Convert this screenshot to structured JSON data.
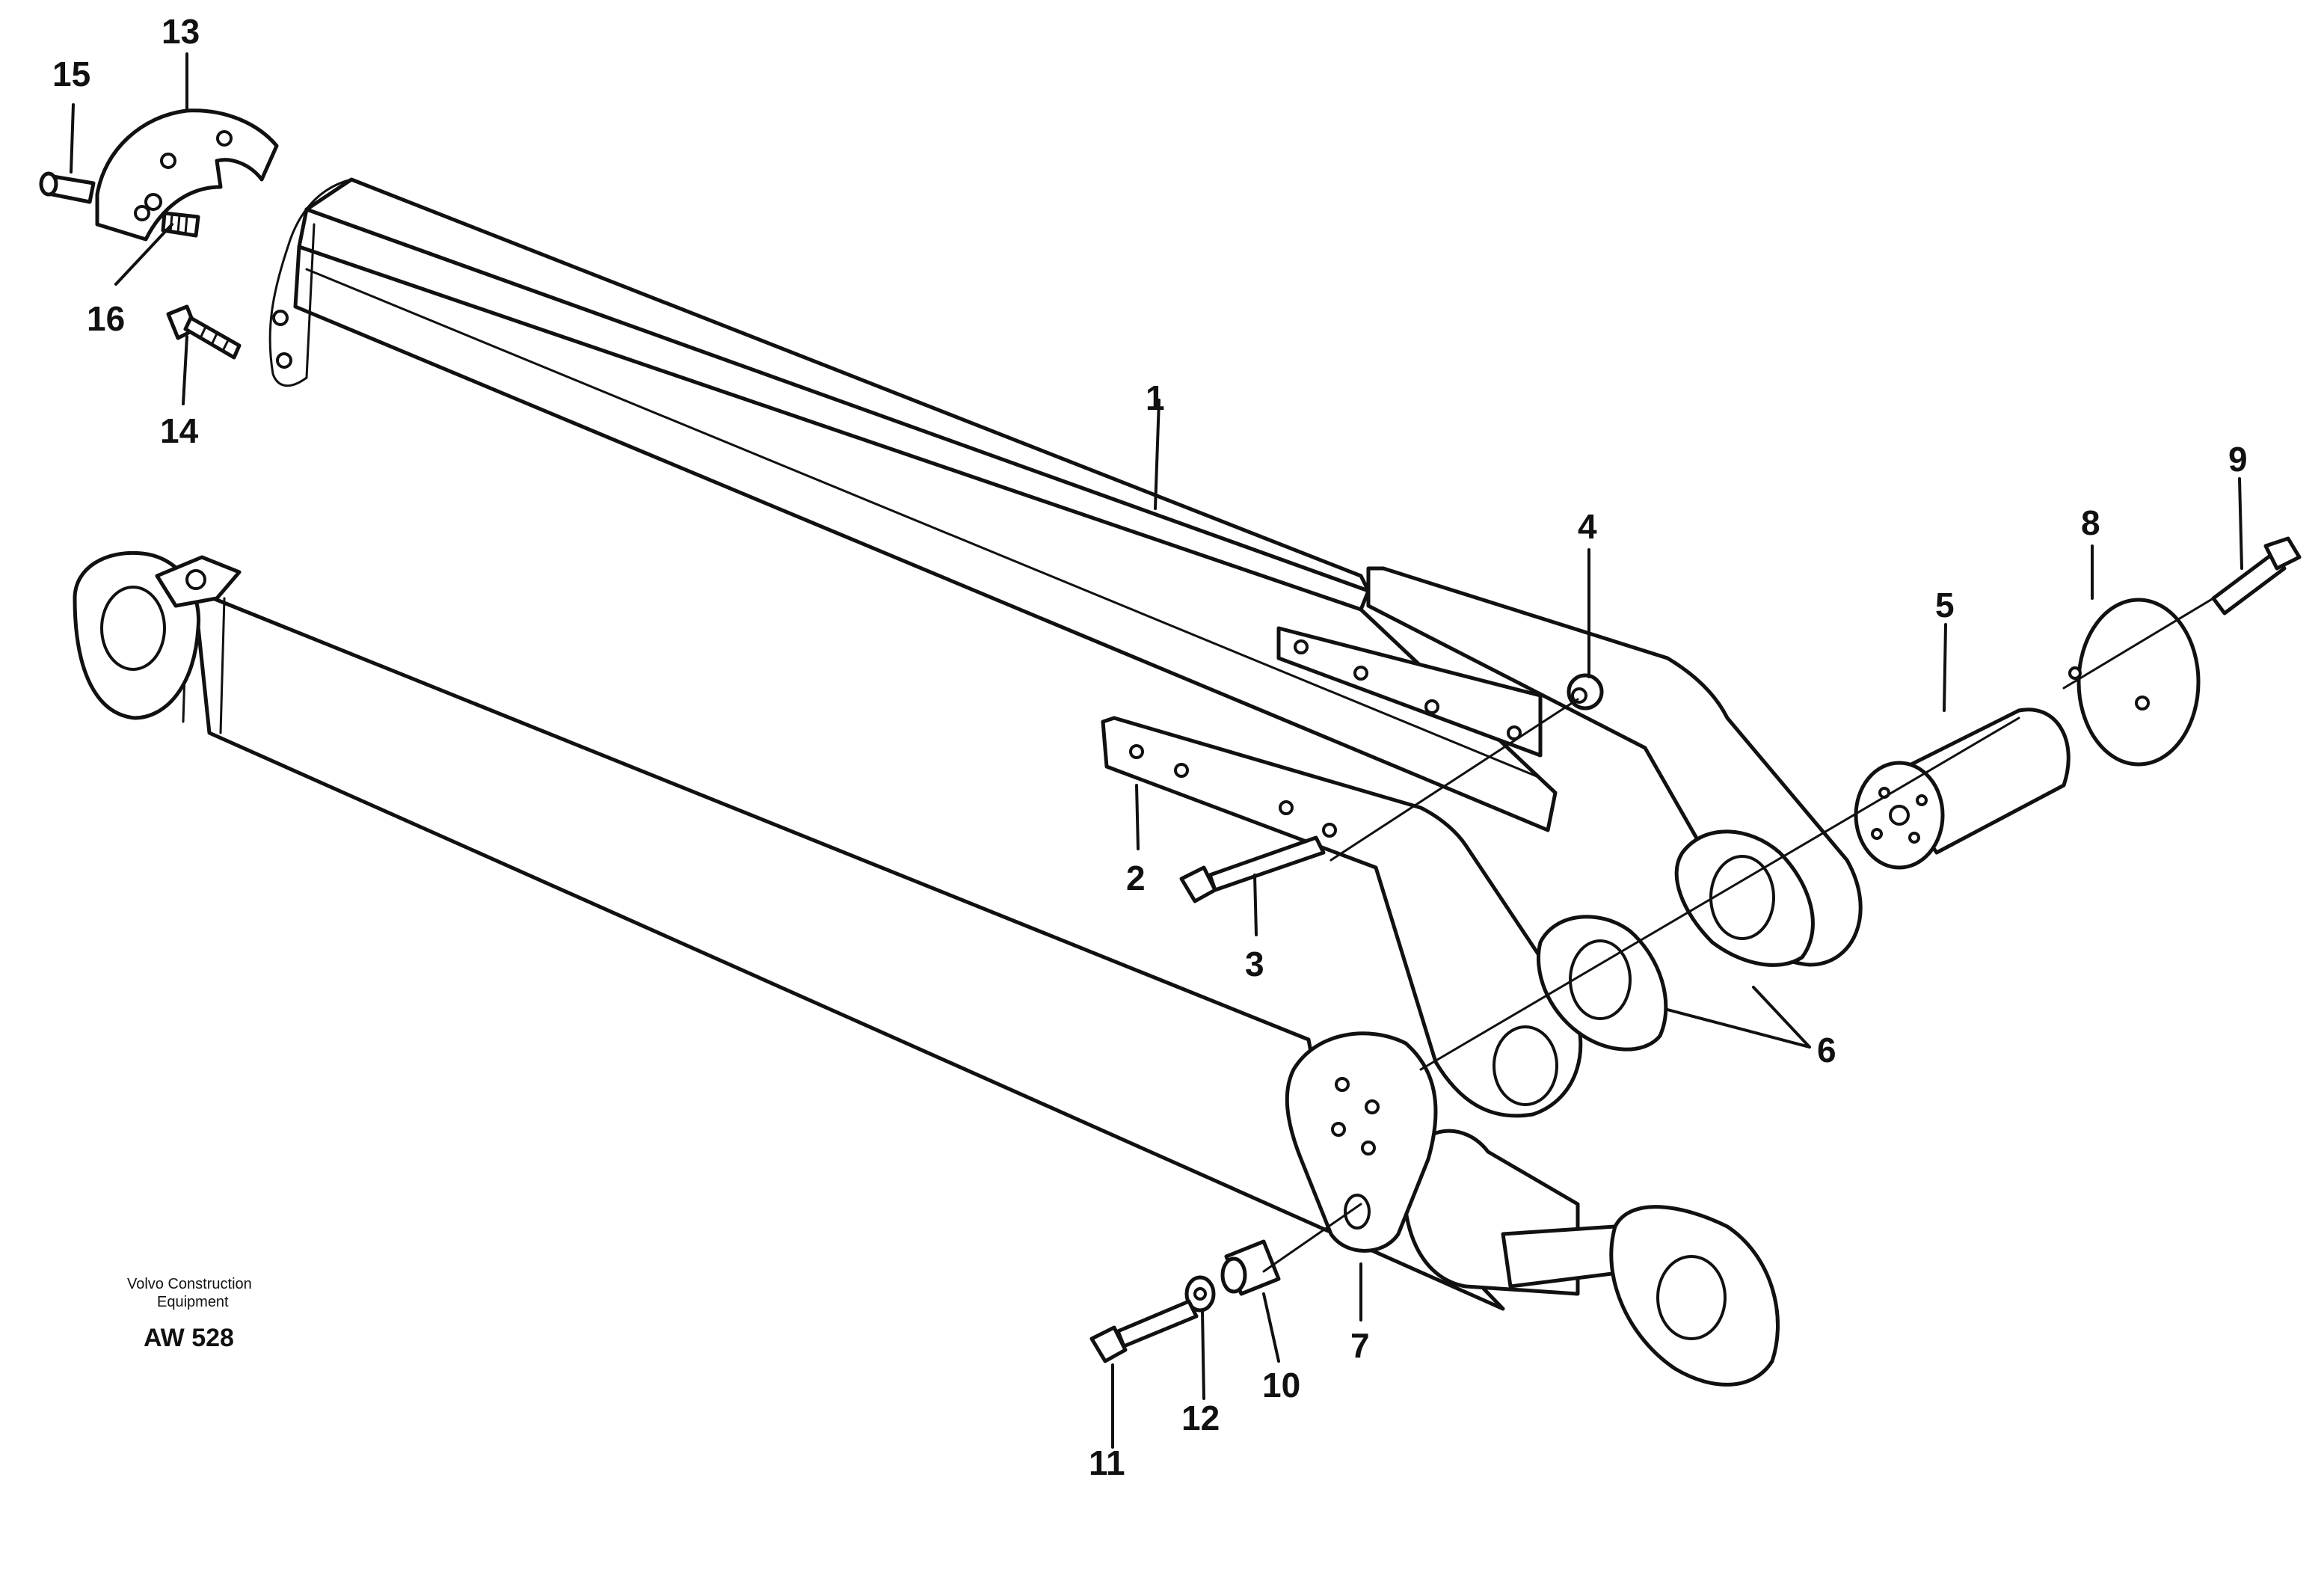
{
  "diagram": {
    "callouts": [
      {
        "id": "c1",
        "label": "1"
      },
      {
        "id": "c2",
        "label": "2"
      },
      {
        "id": "c3",
        "label": "3"
      },
      {
        "id": "c4",
        "label": "4"
      },
      {
        "id": "c5",
        "label": "5"
      },
      {
        "id": "c6",
        "label": "6"
      },
      {
        "id": "c7",
        "label": "7"
      },
      {
        "id": "c8",
        "label": "8"
      },
      {
        "id": "c9",
        "label": "9"
      },
      {
        "id": "c10",
        "label": "10"
      },
      {
        "id": "c11",
        "label": "11"
      },
      {
        "id": "c12",
        "label": "12"
      },
      {
        "id": "c13",
        "label": "13"
      },
      {
        "id": "c14",
        "label": "14"
      },
      {
        "id": "c15",
        "label": "15"
      },
      {
        "id": "c16",
        "label": "16"
      }
    ],
    "caption": {
      "line1": "Volvo Construction",
      "line2": "Equipment",
      "code": "AW 528"
    }
  }
}
